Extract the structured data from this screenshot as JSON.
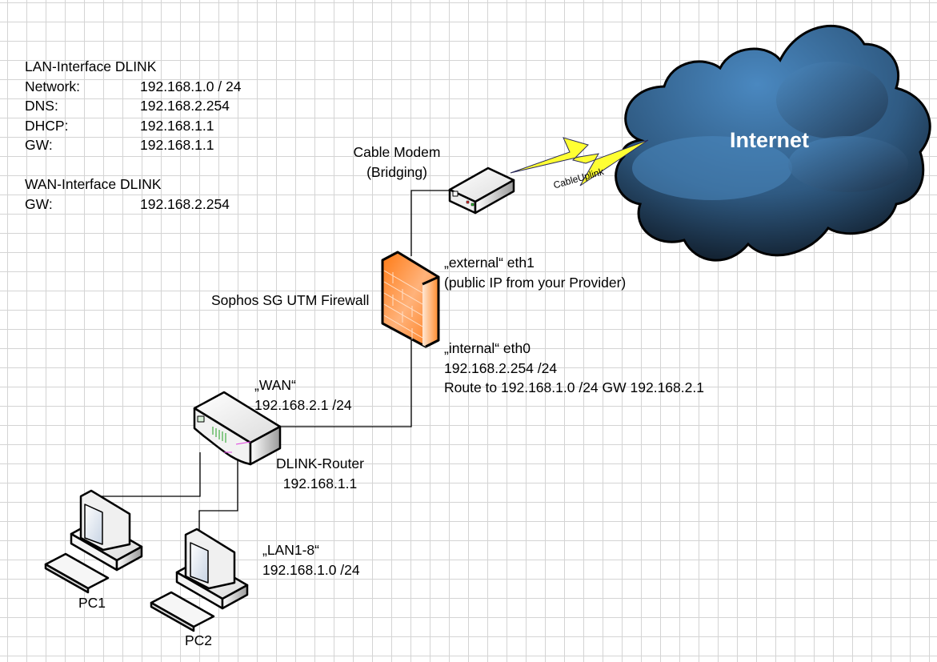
{
  "lan_interface": {
    "title": "LAN-Interface DLINK",
    "rows": [
      {
        "key": "Network:",
        "value": "192.168.1.0 / 24"
      },
      {
        "key": "DNS:",
        "value": "192.168.2.254"
      },
      {
        "key": "DHCP:",
        "value": "192.168.1.1"
      },
      {
        "key": "GW:",
        "value": "192.168.1.1"
      }
    ]
  },
  "wan_interface": {
    "title": "WAN-Interface DLINK",
    "rows": [
      {
        "key": "GW:",
        "value": "192.168.2.254"
      }
    ]
  },
  "cable_modem": {
    "line1": "Cable Modem",
    "line2": "(Bridging)"
  },
  "uplink": {
    "label": "CableUplink",
    "color": "#ffff33"
  },
  "internet": {
    "label": "Internet",
    "color_light": "#4a88c0",
    "color_dark": "#0a1018"
  },
  "firewall": {
    "label": "Sophos SG UTM Firewall",
    "color": "#ff8a2a",
    "external": {
      "line1": "„external“ eth1",
      "line2": "(public IP from your Provider)"
    },
    "internal": {
      "line1": "„internal“ eth0",
      "line2": "192.168.2.254 /24",
      "line3": "Route to 192.168.1.0 /24 GW 192.168.2.1"
    }
  },
  "router": {
    "wan_line1": "„WAN“",
    "wan_line2": "192.168.2.1 /24",
    "name": "DLINK-Router",
    "ip": "192.168.1.1"
  },
  "lan": {
    "line1": "„LAN1-8“",
    "line2": "192.168.1.0 /24"
  },
  "pcs": [
    {
      "label": "PC1"
    },
    {
      "label": "PC2"
    }
  ]
}
